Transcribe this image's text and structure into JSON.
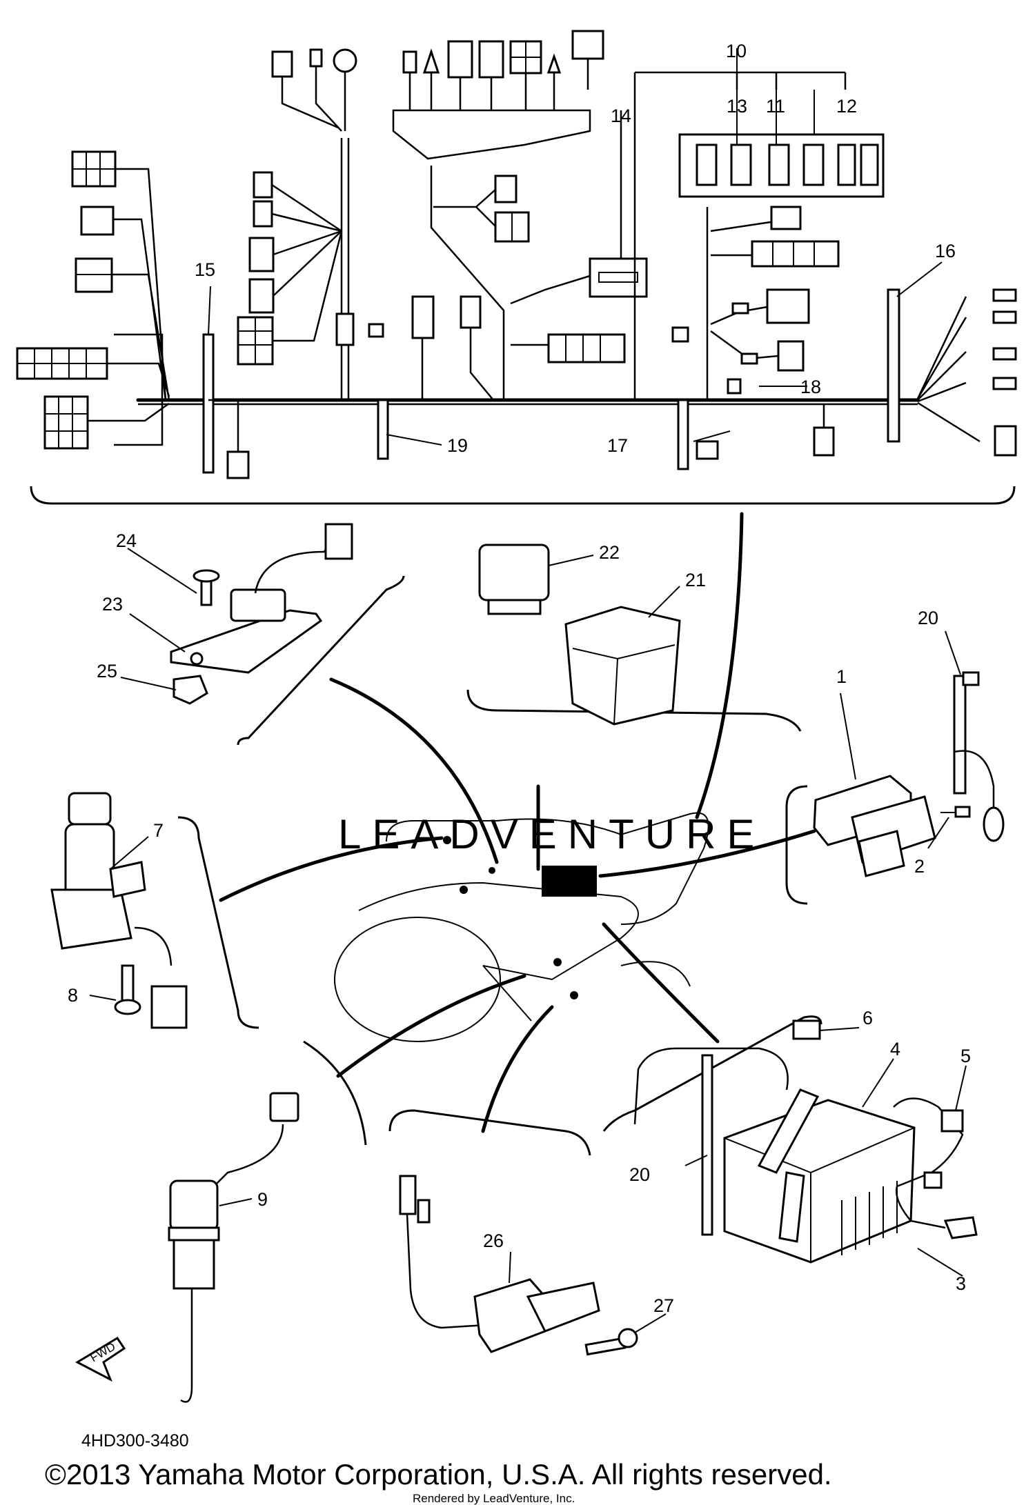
{
  "diagram_code": "4HD300-3480",
  "copyright": "©2013 Yamaha Motor Corporation, U.S.A. All rights reserved.",
  "rendered_by": "Rendered by LeadVenture, Inc.",
  "watermark": "LEADVENTURE",
  "fwd_label": "FWD",
  "callouts": [
    "1",
    "2",
    "3",
    "4",
    "5",
    "6",
    "7",
    "8",
    "9",
    "10",
    "11",
    "12",
    "13",
    "14",
    "15",
    "16",
    "17",
    "18",
    "19",
    "20",
    "21",
    "22",
    "23",
    "24",
    "25",
    "26",
    "27"
  ]
}
